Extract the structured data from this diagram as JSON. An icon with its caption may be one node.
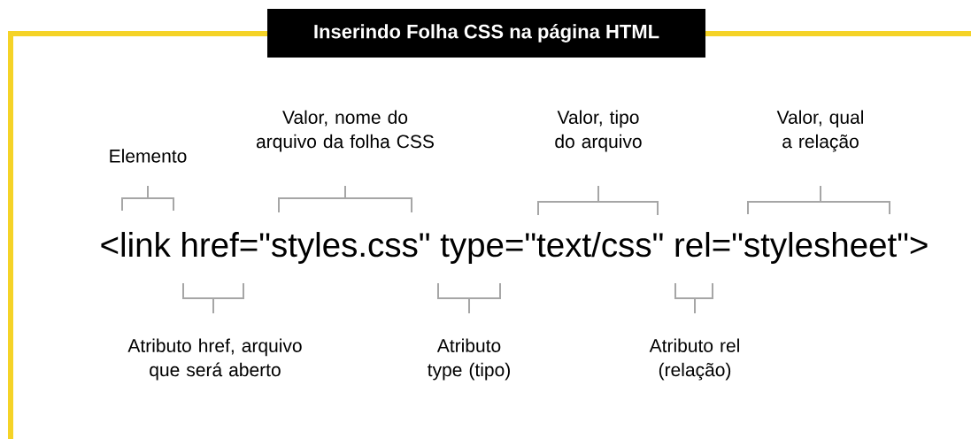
{
  "diagram": {
    "title": "Inserindo Folha CSS na página HTML",
    "labels": [
      "Elemento",
      "Valor, nome do arquivo da folha CSS",
      "Valor, tipo do arquivo",
      "Valor, qual a relação",
      "<link href=\"styles.css\" type=\"text/css\" rel=\"stylesheet\">",
      "Atributo href, arquivo que será aberto",
      "Atributo type (tipo)",
      "Atributo rel (relação)"
    ]
  }
}
